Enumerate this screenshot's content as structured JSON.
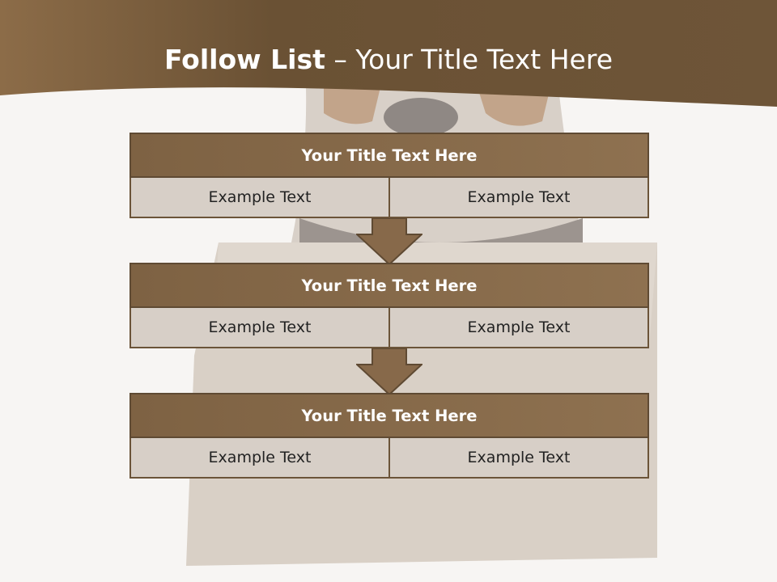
{
  "title": {
    "bold": "Follow List",
    "separator": " – ",
    "rest": "Your Title Text Here"
  },
  "blocks": [
    {
      "heading": "Your Title Text Here",
      "cells": [
        "Example Text",
        "Example Text"
      ]
    },
    {
      "heading": "Your Title Text Here",
      "cells": [
        "Example Text",
        "Example Text"
      ]
    },
    {
      "heading": "Your Title Text Here",
      "cells": [
        "Example Text",
        "Example Text"
      ]
    }
  ],
  "colors": {
    "banner": "#6e5537",
    "header_fill": "#87694a",
    "cell_fill": "#d7cfc7",
    "arrow_fill": "#87694a"
  }
}
